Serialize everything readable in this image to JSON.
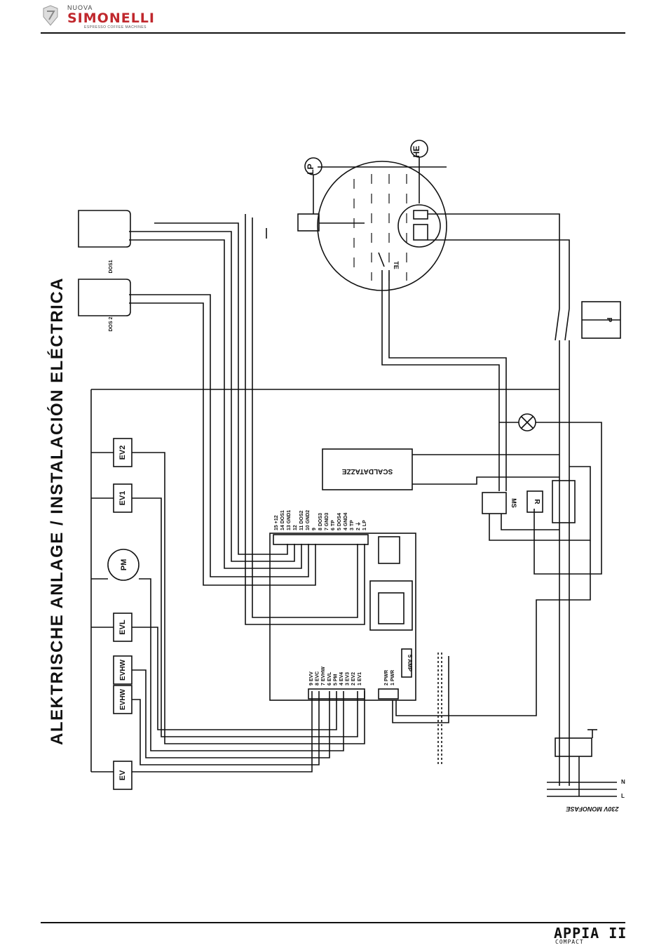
{
  "header": {
    "logo_small": "NUOVA",
    "logo_brand": "SIMONELLI",
    "logo_tagline": "ESPRESSO COFFEE MACHINES"
  },
  "title": "ALEKTRISCHE ANLAGE / INSTALACIÓN ELÉCTRICA",
  "footer": {
    "product_name": "APPIA II",
    "product_variant": "COMPACT"
  },
  "components": {
    "lp": "LP",
    "he": "HE",
    "te": "TE",
    "dos1": "DOS1",
    "dos2": "DOS 2",
    "ev2": "EV2",
    "ev1": "EV1",
    "pm": "PM",
    "evl": "EVL",
    "evhw_a": "EVHW",
    "evhw_b": "EVHW",
    "ev": "EV",
    "scaldatazze": "SCALDATAZZE",
    "ms": "MS",
    "r": "R",
    "p": "P",
    "amp": "5 AMP",
    "supply": "230V MONOFASE",
    "n": "N",
    "l": "L"
  },
  "connector_top": [
    "15 +12",
    "14 DOS1",
    "13 GND1",
    "12",
    "11 DOS2",
    "10 GND2",
    "9",
    "8 DOS3",
    "7 GND3",
    "6 TP",
    "5 DOS4",
    "4 GND4",
    "3 TP",
    "2 ⏚",
    "1 LP"
  ],
  "connector_bottom": [
    "9 EVV",
    "8 EVC",
    "7 EVHW",
    "6 EVL",
    "5 PM",
    "4 EV4",
    "3 EV3",
    "2 EV2",
    "1 EV1"
  ],
  "connector_pwr": [
    "2 PWR",
    "1 PWR"
  ]
}
